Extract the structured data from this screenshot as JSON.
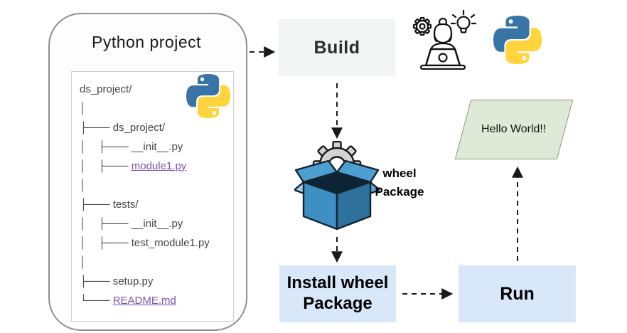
{
  "colors": {
    "process_box_bg": "#f3f4f4",
    "action_box_bg": "#d9e8f9",
    "output_bg": "#dfe9d7",
    "output_border": "#8a9b71",
    "link_purple": "#7a52b0",
    "python_blue": "#3874a6",
    "python_yellow": "#ffd43d",
    "gear_gray": "#d3d3d3",
    "box_blue_front": "#3d8fc4",
    "arrow_black": "#1a1a1a"
  },
  "project": {
    "title": "Python project",
    "tree": [
      {
        "pre": "",
        "name": "ds_project/",
        "link": false
      },
      {
        "pre": "│",
        "name": "",
        "link": false
      },
      {
        "pre": "├─── ",
        "name": "ds_project/",
        "link": false
      },
      {
        "pre": "│    ├─── ",
        "name": "__init__.py",
        "link": false
      },
      {
        "pre": "│    ├─── ",
        "name": "module1.py",
        "link": true
      },
      {
        "pre": "│",
        "name": "",
        "link": false
      },
      {
        "pre": "├─── ",
        "name": "tests/",
        "link": false
      },
      {
        "pre": "│    ├─── ",
        "name": "__init__.py",
        "link": false
      },
      {
        "pre": "│    ├─── ",
        "name": "test_module1.py",
        "link": false
      },
      {
        "pre": "│",
        "name": "",
        "link": false
      },
      {
        "pre": "├─── ",
        "name": "setup.py",
        "link": false
      },
      {
        "pre": "└─── ",
        "name": "README.md",
        "link": true
      }
    ]
  },
  "flow": {
    "build_label": "Build",
    "wheel_label": "wheel Package",
    "install_label": "Install wheel Package",
    "run_label": "Run",
    "output_label": "Hello World!!"
  },
  "icons": {
    "python_logo": "python-logo",
    "developer": "developer-at-laptop-icon",
    "wheel_package": "open-box-with-gear-icon"
  }
}
